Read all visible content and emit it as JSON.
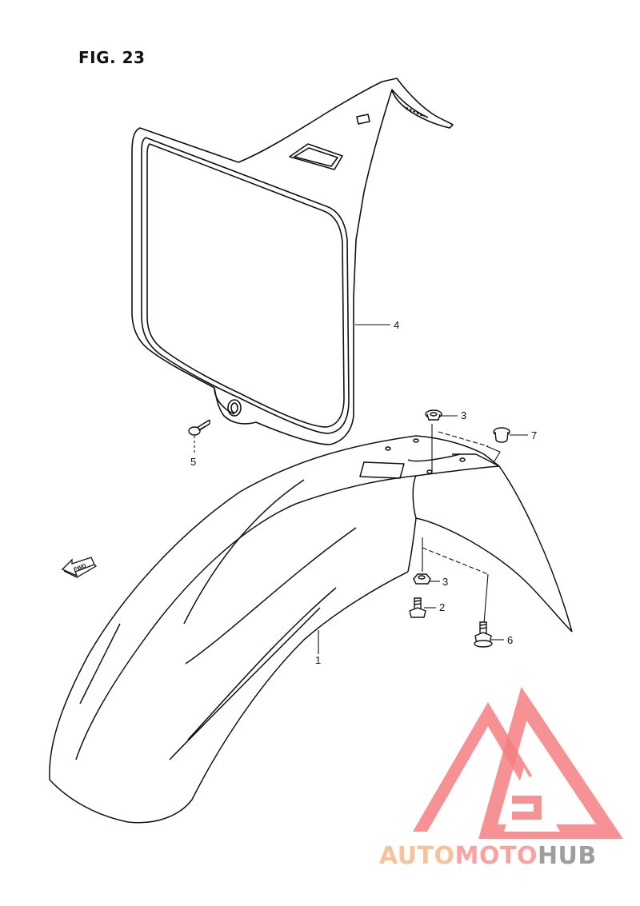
{
  "figure": {
    "title": "FIG. 23"
  },
  "callouts": [
    {
      "id": "1",
      "label": "1"
    },
    {
      "id": "2",
      "label": "2"
    },
    {
      "id": "3a",
      "label": "3"
    },
    {
      "id": "3b",
      "label": "3"
    },
    {
      "id": "4",
      "label": "4"
    },
    {
      "id": "5",
      "label": "5"
    },
    {
      "id": "6",
      "label": "6"
    },
    {
      "id": "7",
      "label": "7"
    }
  ],
  "fwd_arrow": {
    "label": "FWD"
  },
  "watermark": {
    "part1": "AUTO",
    "part2": "MOTO",
    "part3": "HUB",
    "color_part1": "#f7c19a",
    "color_part2": "#f7a3a0",
    "color_part3": "#9e9e9e",
    "logo_color": "#f47f80"
  },
  "colors": {
    "line": "#111111",
    "background": "#ffffff"
  }
}
